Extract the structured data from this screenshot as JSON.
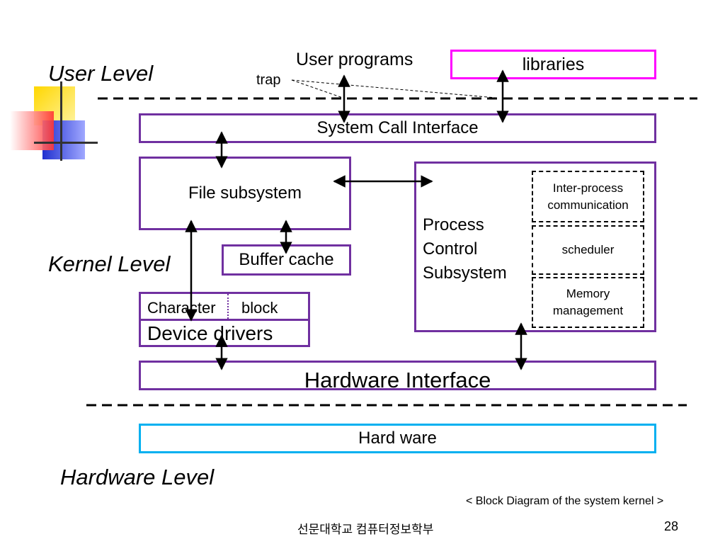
{
  "levels": {
    "user": "User Level",
    "kernel": "Kernel Level",
    "hardware": "Hardware Level"
  },
  "labels": {
    "user_programs": "User programs",
    "libraries": "libraries",
    "trap": "trap",
    "system_call_interface": "System Call Interface",
    "file_subsystem": "File subsystem",
    "buffer_cache": "Buffer cache",
    "character": "Character",
    "block": "block",
    "device_drivers": "Device drivers",
    "process_control": [
      "Process",
      "Control",
      "Subsystem"
    ],
    "ipc": [
      "Inter-process",
      "communication"
    ],
    "scheduler": "scheduler",
    "memory_management": [
      "Memory",
      "management"
    ],
    "hardware_interface": "Hardware Interface",
    "hardware": "Hard ware"
  },
  "caption": "< Block Diagram of the system kernel >",
  "footer": {
    "department": "선문대학교 컴퓨터정보학부",
    "page_number": "28"
  },
  "colors": {
    "kernel_box_border": "#7030a0",
    "libraries_border": "#ff00ff",
    "hardware_border": "#00b0f0",
    "decor_yellow": "#ffd700",
    "decor_red": "#ff3333",
    "decor_blue": "#2030d0"
  }
}
